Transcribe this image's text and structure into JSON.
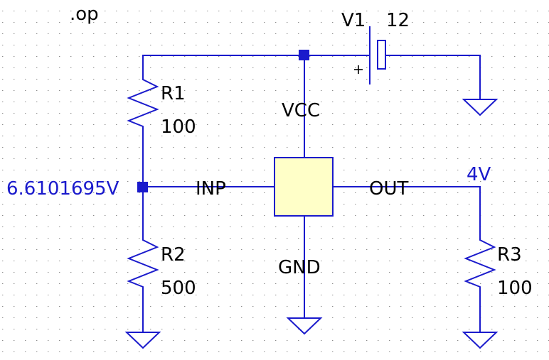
{
  "directive": ".op",
  "components": {
    "v1": {
      "name": "V1",
      "value": "12",
      "polarity": "+"
    },
    "r1": {
      "name": "R1",
      "value": "100"
    },
    "r2": {
      "name": "R2",
      "value": "500"
    },
    "r3": {
      "name": "R3",
      "value": "100"
    }
  },
  "block_pins": {
    "vcc": "VCC",
    "inp": "INP",
    "out": "OUT",
    "gnd": "GND"
  },
  "node_voltages": {
    "inp_node": "6.6101695V",
    "out_node": "4V"
  },
  "colors": {
    "wire": "#1a1acc",
    "text": "#000000",
    "block_fill": "#ffffc8",
    "grid_dot": "#8c8c8c"
  }
}
